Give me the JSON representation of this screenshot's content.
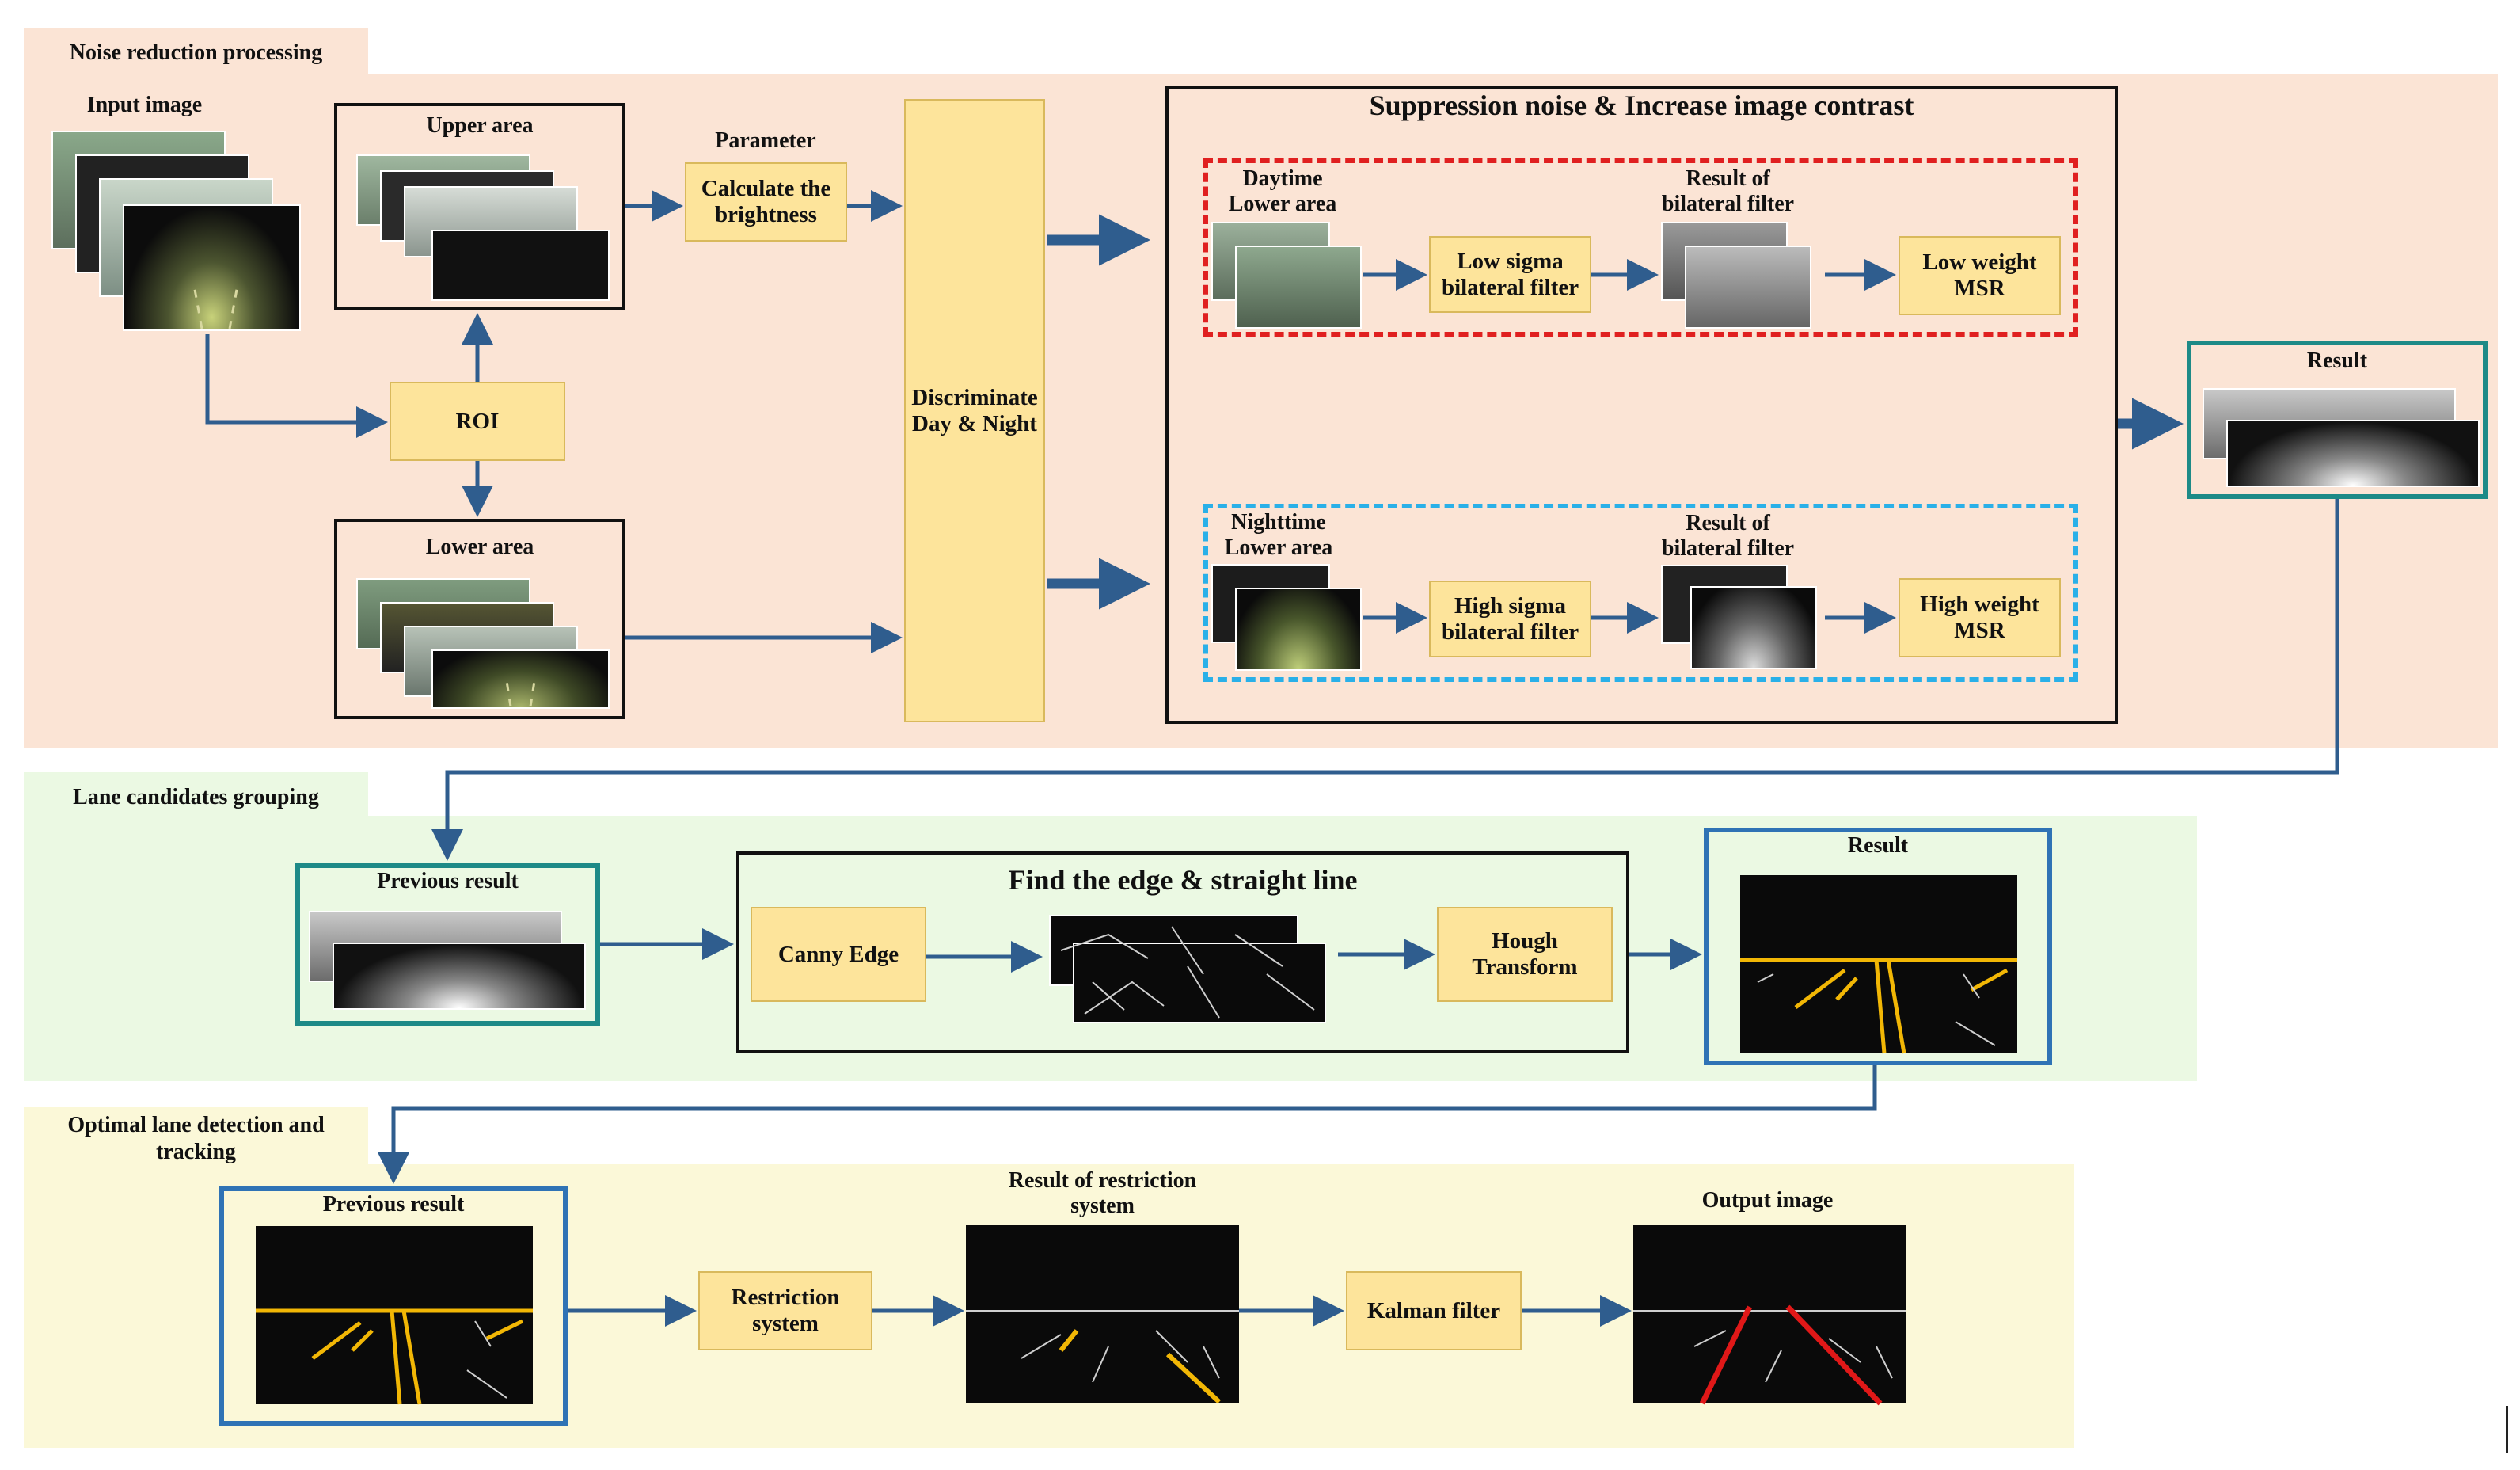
{
  "sections": {
    "noise": "Noise reduction processing",
    "grouping": "Lane candidates grouping",
    "optimal": "Optimal lane detection and\ntracking"
  },
  "noise": {
    "input_image": "Input image",
    "upper_area": "Upper area",
    "lower_area": "Lower area",
    "roi": "ROI",
    "parameter": "Parameter",
    "calc_brightness": "Calculate the\nbrightness",
    "discriminate": "Discriminate\nDay & Night",
    "suppression_title": "Suppression noise & Increase image contrast",
    "daytime_lower": "Daytime\nLower area",
    "low_sigma": "Low sigma\nbilateral filter",
    "result_bilateral_day": "Result of\nbilateral filter",
    "low_weight": "Low weight\nMSR",
    "nighttime_lower": "Nighttime\nLower area",
    "high_sigma": "High sigma\nbilateral filter",
    "result_bilateral_night": "Result of\nbilateral filter",
    "high_weight": "High weight\nMSR",
    "result": "Result"
  },
  "grouping": {
    "previous_result": "Previous result",
    "find_title": "Find the edge & straight line",
    "canny": "Canny Edge",
    "hough": "Hough\nTransform",
    "result": "Result"
  },
  "optimal": {
    "previous_result": "Previous result",
    "restriction": "Restriction\nsystem",
    "result_restriction": "Result of restriction\nsystem",
    "kalman": "Kalman filter",
    "output_image": "Output image"
  },
  "colors": {
    "noise_bg": "#fbe4d5",
    "grouping_bg": "#ebf9e3",
    "optimal_bg": "#fbf8d8",
    "arrow": "#2f5d8e",
    "box": "#fde49b",
    "day_dash": "#e02020",
    "night_dash": "#2ab0e8",
    "teal_border": "#1d8a87",
    "blue_border": "#2f73b5",
    "lane_yellow": "#f2b705",
    "lane_red": "#e01818"
  }
}
